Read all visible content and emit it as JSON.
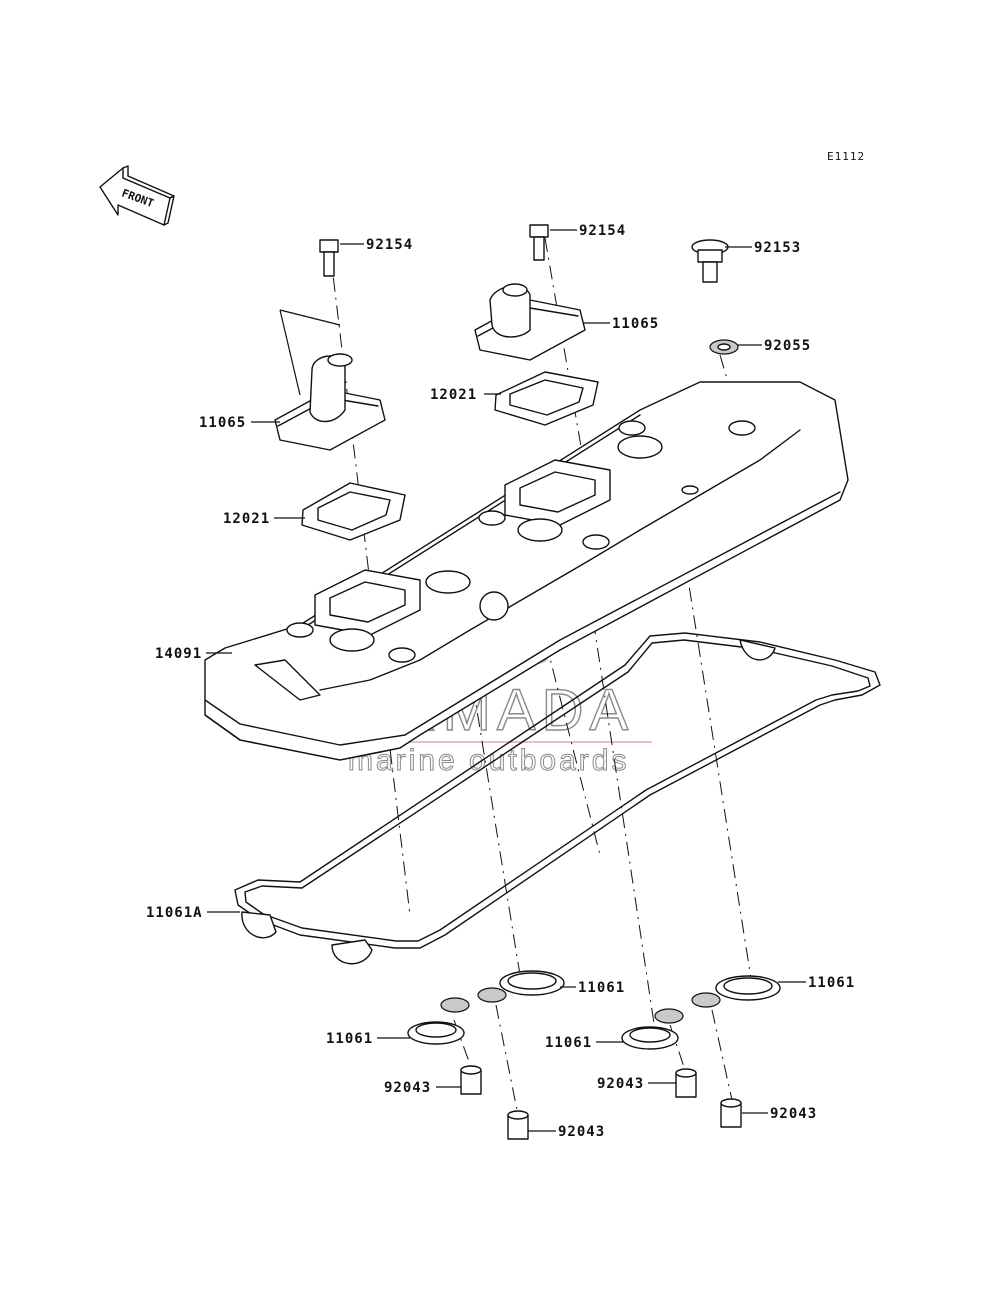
{
  "diagram_code": "E1112",
  "front_label": "FRONT",
  "watermark": {
    "brand": "ARMADA",
    "tagline": "marine outboards",
    "accent_color": "#e8a2c8",
    "text_color": "#8a8a8a"
  },
  "parts": [
    {
      "id": "p-92154-a",
      "number": "92154"
    },
    {
      "id": "p-92154-b",
      "number": "92154"
    },
    {
      "id": "p-92153",
      "number": "92153"
    },
    {
      "id": "p-11065-a",
      "number": "11065"
    },
    {
      "id": "p-11065-b",
      "number": "11065"
    },
    {
      "id": "p-92055",
      "number": "92055"
    },
    {
      "id": "p-12021-a",
      "number": "12021"
    },
    {
      "id": "p-12021-b",
      "number": "12021"
    },
    {
      "id": "p-14091",
      "number": "14091"
    },
    {
      "id": "p-11061A",
      "number": "11061A"
    },
    {
      "id": "p-11061-a",
      "number": "11061"
    },
    {
      "id": "p-11061-b",
      "number": "11061"
    },
    {
      "id": "p-11061-c",
      "number": "11061"
    },
    {
      "id": "p-11061-d",
      "number": "11061"
    },
    {
      "id": "p-92043-a",
      "number": "92043"
    },
    {
      "id": "p-92043-b",
      "number": "92043"
    },
    {
      "id": "p-92043-c",
      "number": "92043"
    },
    {
      "id": "p-92043-d",
      "number": "92043"
    }
  ]
}
